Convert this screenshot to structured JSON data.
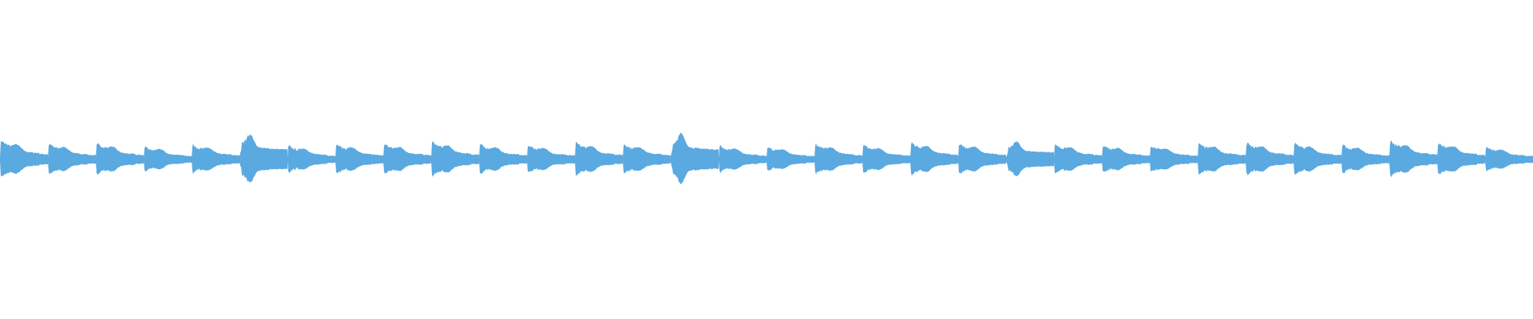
{
  "waveform": {
    "color": "#5aa9e1",
    "background": "#ffffff",
    "beat_count": 32,
    "peak_levels": [
      1.0,
      0.82,
      0.85,
      0.68,
      0.78,
      1.0,
      0.72,
      0.8,
      0.82,
      0.92,
      0.8,
      0.76,
      0.88,
      0.82,
      1.0,
      0.72,
      0.66,
      0.8,
      0.74,
      0.88,
      0.84,
      0.72,
      0.8,
      0.76,
      0.72,
      0.84,
      0.86,
      0.84,
      0.76,
      0.95,
      0.86,
      0.66
    ],
    "decay_shapes": [
      "hump",
      "hump",
      "hump",
      "hump",
      "hump",
      "swell",
      "hump",
      "hump",
      "hump",
      "hump",
      "hump",
      "hump",
      "hump",
      "hump",
      "swell",
      "hump",
      "hump",
      "hump",
      "hump",
      "hump",
      "hump",
      "swell",
      "hump",
      "hump",
      "hump",
      "hump",
      "hump",
      "hump",
      "hump",
      "hump",
      "hump",
      "hump"
    ]
  }
}
